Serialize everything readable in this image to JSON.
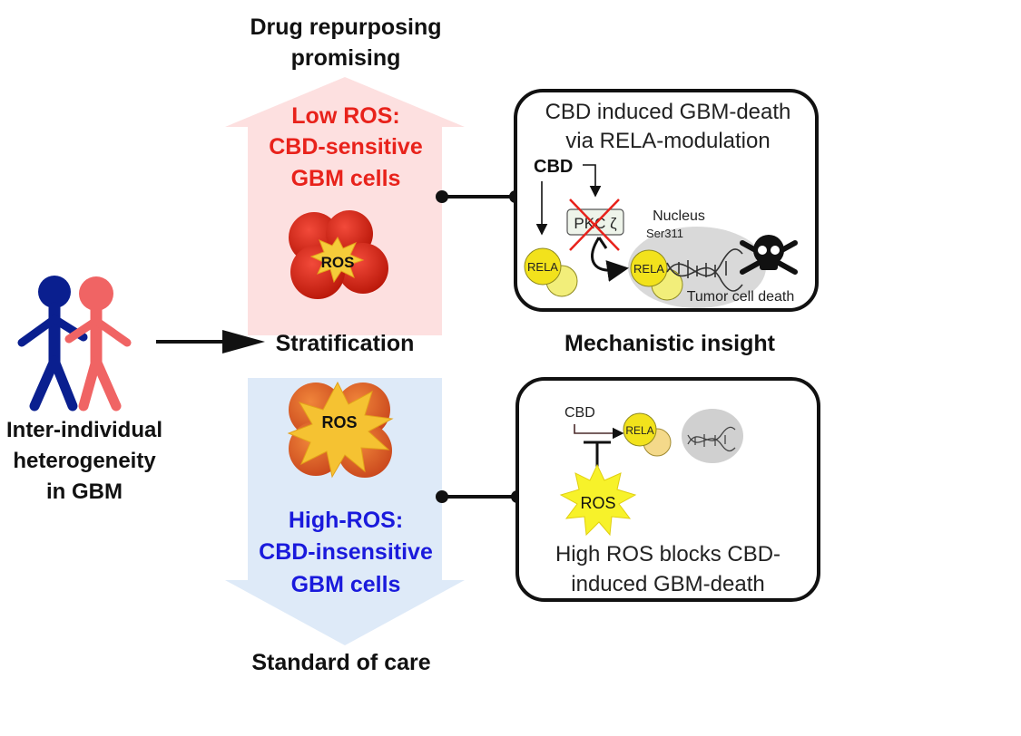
{
  "top_arrow": {
    "title_line1": "Drug repurposing",
    "title_line2": "promising",
    "label_line1": "Low ROS:",
    "label_line2": "CBD-sensitive",
    "label_line3": "GBM cells",
    "ros_label": "ROS"
  },
  "bottom_arrow": {
    "label_line1": "High-ROS:",
    "label_line2": "CBD-insensitive",
    "label_line3": "GBM cells",
    "caption": "Standard of care",
    "ros_label": "ROS"
  },
  "left": {
    "line1": "Inter-individual",
    "line2": "heterogeneity",
    "line3": "in GBM"
  },
  "middle": {
    "stratification": "Stratification",
    "mechanistic": "Mechanistic insight"
  },
  "box_top": {
    "title_line1": "CBD induced GBM-death",
    "title_line2": "via RELA-modulation",
    "cbd": "CBD",
    "pkc": "PKC ζ",
    "nucleus": "Nucleus",
    "ser": "Ser311",
    "rela_left": "RELA",
    "rela_nucleus": "RELA",
    "death": "Tumor cell death"
  },
  "box_bottom": {
    "cbd": "CBD",
    "rela": "RELA",
    "ros": "ROS",
    "text_line1": "High ROS  blocks CBD-",
    "text_line2": "induced GBM-death"
  },
  "colors": {
    "low_ros_red": "#e8221b",
    "high_ros_blue": "#1a1adc",
    "pink_arrow": "#fde0e0",
    "blue_arrow": "#deeaf8",
    "person_blue": "#0a1f8f",
    "person_pink": "#f06464",
    "rela_yellow": "#f2e21c"
  }
}
